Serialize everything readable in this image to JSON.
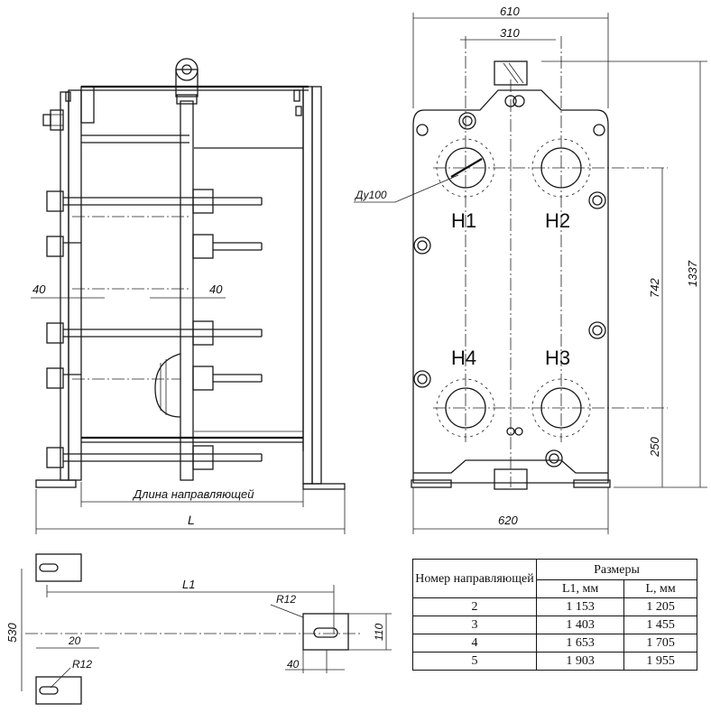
{
  "side_view": {
    "dim_left_40": "40",
    "dim_right_40": "40",
    "guide_length_label": "Длина направляющей",
    "overall_length_label": "L"
  },
  "front_view": {
    "dim_width_top": "610",
    "dim_port_spacing": "310",
    "dim_width_bottom": "620",
    "dim_height_total": "1337",
    "dim_vertical_port": "742",
    "dim_bottom_port": "250",
    "nozzle_label": "Ду100",
    "ports": [
      "H1",
      "H2",
      "H4",
      "H3"
    ]
  },
  "foot_detail": {
    "dim_L1": "L1",
    "dim_530": "530",
    "dim_20": "20",
    "dim_40": "40",
    "dim_110": "110",
    "radius_top": "R12",
    "radius_bottom": "R12"
  },
  "table": {
    "header_guide_number": "Номер направляющей",
    "header_sizes": "Размеры",
    "col_L1": "L1, мм",
    "col_L": "L, мм",
    "rows": [
      [
        "2",
        "1 153",
        "1 205"
      ],
      [
        "3",
        "1 403",
        "1 455"
      ],
      [
        "4",
        "1 653",
        "1 705"
      ],
      [
        "5",
        "1 903",
        "1 955"
      ]
    ]
  }
}
